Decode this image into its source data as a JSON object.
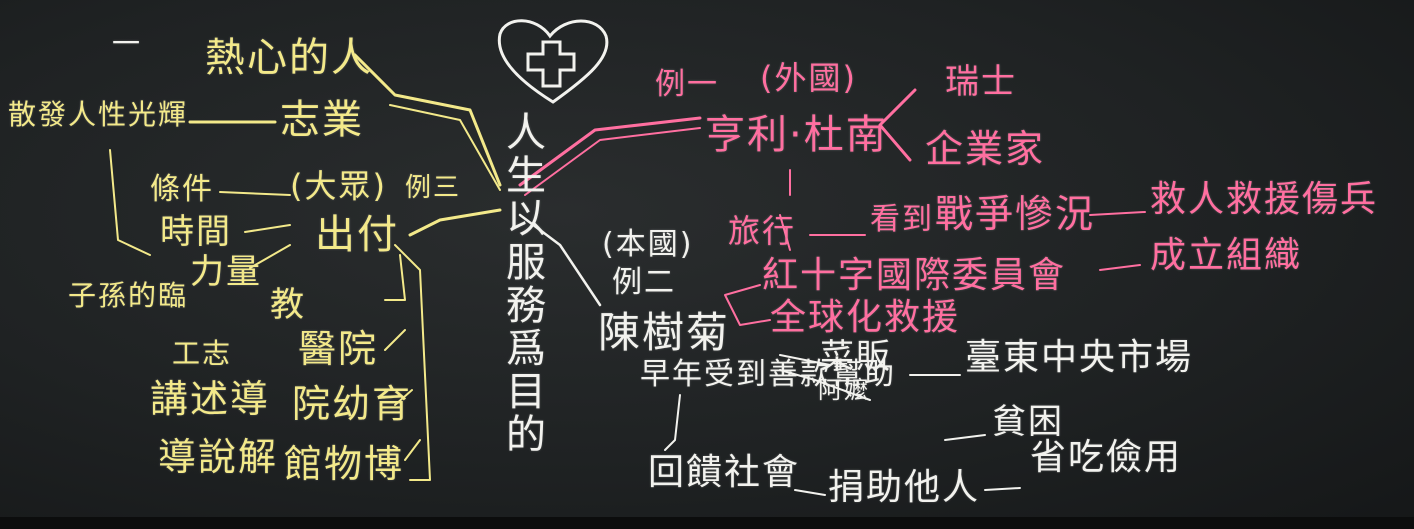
{
  "colors": {
    "yellow_chalk": "#f3e98a",
    "white_chalk": "#f2f2ee",
    "pink_chalk": "#ff6fa0",
    "board": "#1f2223"
  },
  "icon": "heart-with-cross-icon",
  "center_topic": "人生以服務爲目的",
  "left": {
    "roman": "一",
    "enthusiastic": "熱心的人",
    "career": "志業",
    "spread": "散發人性光輝",
    "give": "出付",
    "everyone": "(大眾)",
    "example3": "例三",
    "conditions": [
      "條件",
      "時間",
      "力量"
    ],
    "teach": "教",
    "grandchildren": "子孫的臨",
    "hospital": "醫院",
    "volunteer": "工志",
    "orphanage": "院幼育",
    "lecture": "講述導",
    "museum": "館物博",
    "guide": "導說解"
  },
  "top_right": {
    "example1": "例一",
    "foreign": "(外國)",
    "dunant": "亨利·杜南",
    "swiss": "瑞士",
    "entrepreneur": "企業家",
    "travel": "旅行",
    "see": "看到",
    "war": "戰爭慘況",
    "rescue": "救人救援傷兵",
    "found": "成立組織",
    "red_cross": "紅十字國際委員會",
    "global": "全球化救援"
  },
  "bottom_right": {
    "taiwan": "(本國)",
    "example2": "例二",
    "chen": "陳樹菊",
    "sell_veg": "菜販",
    "market": "臺東中央市場",
    "amei": "阿嬤",
    "early_life": "早年受到善款幫助",
    "poor": "貧困",
    "give_back": "回饋社會",
    "help": "捐助他人",
    "frugal": "省吃儉用"
  }
}
